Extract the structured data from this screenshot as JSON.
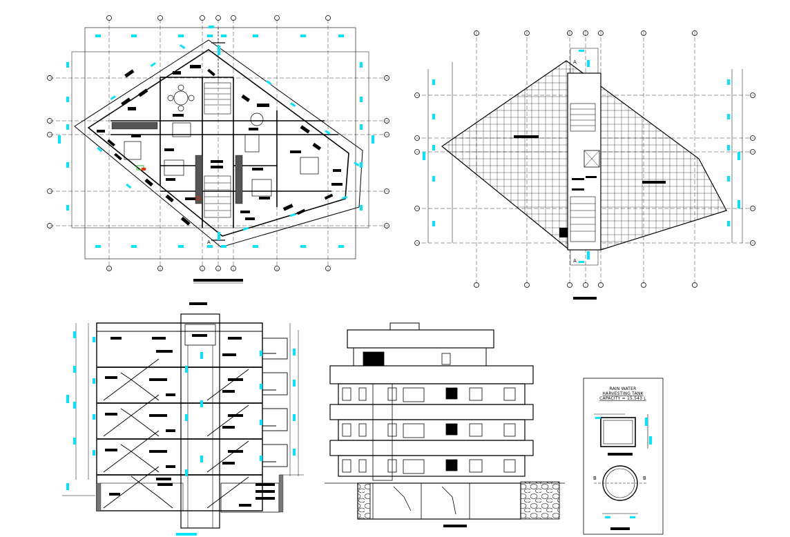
{
  "drawing": {
    "colors": {
      "line": "#000000",
      "dimension": "#00e5ff",
      "accent_red": "#ff2a00",
      "accent_green": "#1fbf1f",
      "background": "#ffffff"
    },
    "panels": [
      {
        "id": "floor-plan",
        "caption": "TYPICAL FLOOR PLAN"
      },
      {
        "id": "roof-plan",
        "caption": "ROOF PLAN"
      },
      {
        "id": "section",
        "caption": "SECTION A-A"
      },
      {
        "id": "front-elevation",
        "caption": "FRONT ELEVATION"
      },
      {
        "id": "tank-detail",
        "caption": "RAIN WATER TANK"
      }
    ],
    "section_marker": "A",
    "tank": {
      "title_line1": "RAIN WATER",
      "title_line2": "HARVESTING TANK",
      "title_line3": "CAPACITY = 15,543 L",
      "section_label": "SECTION",
      "plan_label": "PLAN",
      "marker": "B"
    }
  }
}
